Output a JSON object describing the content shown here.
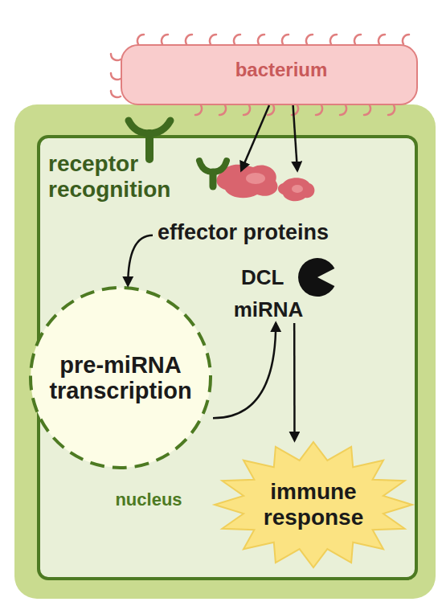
{
  "diagram": {
    "nodes": [
      {
        "text": [
          "bacterium"
        ]
      },
      {
        "text": [
          "effector proteins"
        ]
      },
      {
        "text": [
          "pre-miRNA transcription",
          "nucleus"
        ]
      },
      {
        "text": [
          "miRNA"
        ]
      },
      {
        "text": [
          "immune response"
        ]
      }
    ],
    "edges": [
      {
        "from": 0,
        "to": 1,
        "arrow": "to"
      },
      {
        "from": 0,
        "to": 1,
        "arrow": "to"
      },
      {
        "from": 1,
        "to": 2,
        "arrow": "to"
      },
      {
        "from": 2,
        "to": 3,
        "arrow": "to"
      },
      {
        "from": 3,
        "to": 4,
        "arrow": "to"
      }
    ],
    "labels": [
      "receptor recognition",
      "DCL"
    ]
  }
}
